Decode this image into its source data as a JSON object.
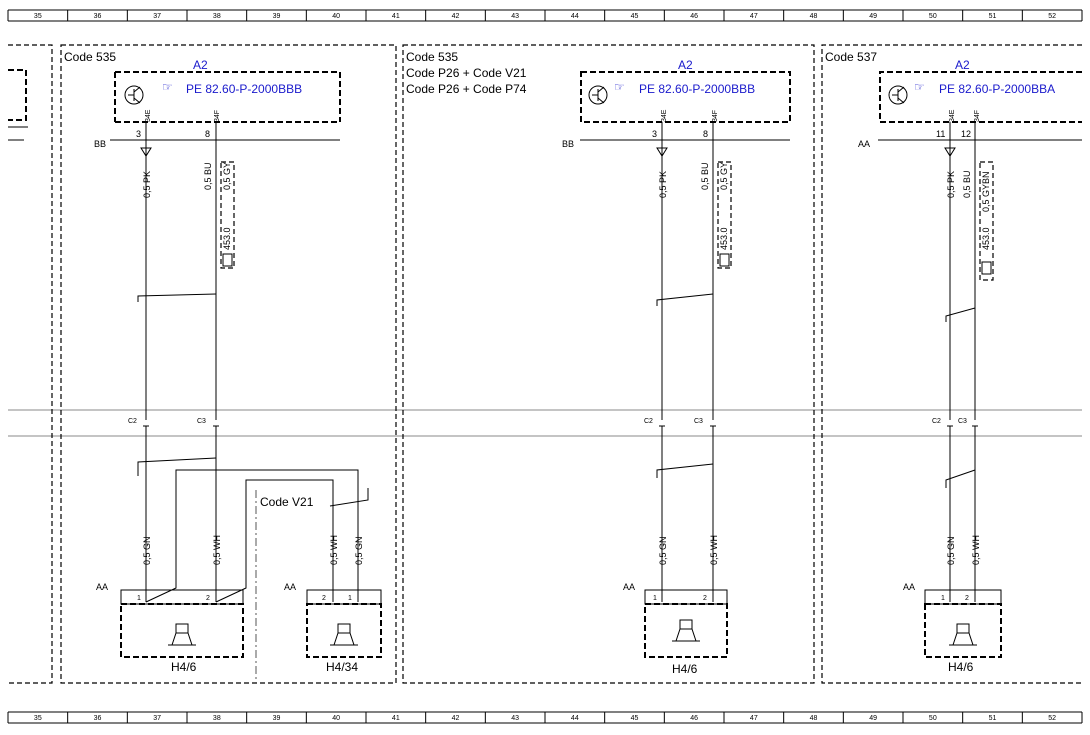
{
  "ruler": {
    "numbers": [
      "35",
      "36",
      "37",
      "38",
      "39",
      "40",
      "41",
      "42",
      "43",
      "44",
      "45",
      "46",
      "47",
      "48",
      "49",
      "50",
      "51",
      "52"
    ]
  },
  "sections": [
    {
      "code_lines": [
        "Code 535"
      ],
      "module": "A2",
      "reference": "PE 82.60-P-2000BBB",
      "pin_labels": [
        "34E",
        "34F"
      ],
      "pin_numbers": [
        "3",
        "8"
      ],
      "connector_left": "BB",
      "wire_top_left": "0,5 PK",
      "wire_top_right": "0,5 BU",
      "wire_top_right2": "0,5 GY",
      "splice": "453.0",
      "conn_c_left": "C2",
      "conn_c_right": "C3",
      "wire_bot_left": "0,5 GN",
      "wire_bot_right": "0,5 WH",
      "bottom_connector": "AA",
      "speaker_pins": [
        "1",
        "2"
      ],
      "speaker": "H4/6"
    },
    {
      "code_lines": [
        "Code V21"
      ],
      "wire_bot_left": "0,5 WH",
      "wire_bot_right": "0,5 GN",
      "bottom_connector": "AA",
      "speaker_pins": [
        "2",
        "1"
      ],
      "speaker": "H4/34"
    },
    {
      "code_lines": [
        "Code 535",
        "Code P26  + Code V21",
        "Code P26  + Code P74"
      ],
      "module": "A2",
      "reference": "PE 82.60-P-2000BBB",
      "pin_labels": [
        "34E",
        "34F"
      ],
      "pin_numbers": [
        "3",
        "8"
      ],
      "connector_left": "BB",
      "wire_top_left": "0,5 PK",
      "wire_top_right": "0,5 BU",
      "wire_top_right2": "0,5 GY",
      "splice": "453.0",
      "conn_c_left": "C2",
      "conn_c_right": "C3",
      "wire_bot_left": "0,5 GN",
      "wire_bot_right": "0,5 WH",
      "bottom_connector": "AA",
      "speaker_pins": [
        "1",
        "2"
      ],
      "speaker": "H4/6"
    },
    {
      "code_lines": [
        "Code 537"
      ],
      "module": "A2",
      "reference": "PE 82.60-P-2000BBA",
      "pin_labels": [
        "34E",
        "34F"
      ],
      "pin_numbers": [
        "11",
        "12"
      ],
      "connector_left": "AA",
      "wire_top_left": "0,5 PK",
      "wire_top_right": "0,5 BU",
      "wire_top_right2": "0,5 GYBN",
      "splice": "453.0",
      "conn_c_left": "C2",
      "conn_c_right": "C3",
      "wire_bot_left": "0,5 GN",
      "wire_bot_right": "0,5 WH",
      "bottom_connector": "AA",
      "speaker_pins": [
        "1",
        "2"
      ],
      "speaker": "H4/6"
    }
  ]
}
